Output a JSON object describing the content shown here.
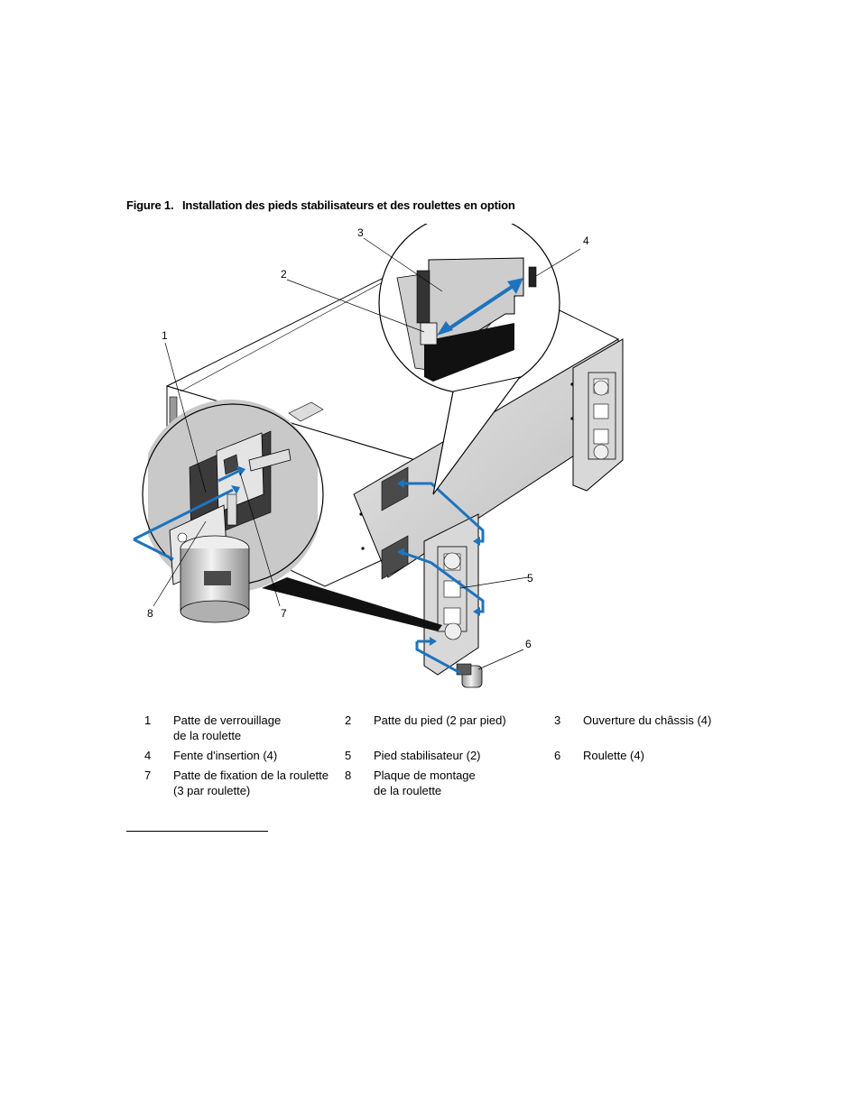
{
  "figure": {
    "label": "Figure 1.",
    "title": "Installation des pieds stabilisateurs et des roulettes en option",
    "callouts": [
      "1",
      "2",
      "3",
      "4",
      "5",
      "6",
      "7",
      "8"
    ]
  },
  "legend": [
    {
      "num": "1",
      "lines": [
        "Patte de verrouillage",
        "de la roulette"
      ]
    },
    {
      "num": "2",
      "lines": [
        "Patte du pied (2 par pied)"
      ]
    },
    {
      "num": "3",
      "lines": [
        "Ouverture du châssis (4)"
      ]
    },
    {
      "num": "4",
      "lines": [
        "Fente d'insertion (4)"
      ]
    },
    {
      "num": "5",
      "lines": [
        "Pied stabilisateur (2)"
      ]
    },
    {
      "num": "6",
      "lines": [
        "Roulette (4)"
      ]
    },
    {
      "num": "7",
      "lines": [
        "Patte de fixation de la roulette",
        "(3 par roulette)"
      ]
    },
    {
      "num": "8",
      "lines": [
        "Plaque de montage",
        "de la roulette"
      ]
    }
  ],
  "colors": {
    "arrow": "#1e73be",
    "line": "#000000",
    "panel": "#cfcfcf",
    "dark": "#3a3a3a"
  }
}
